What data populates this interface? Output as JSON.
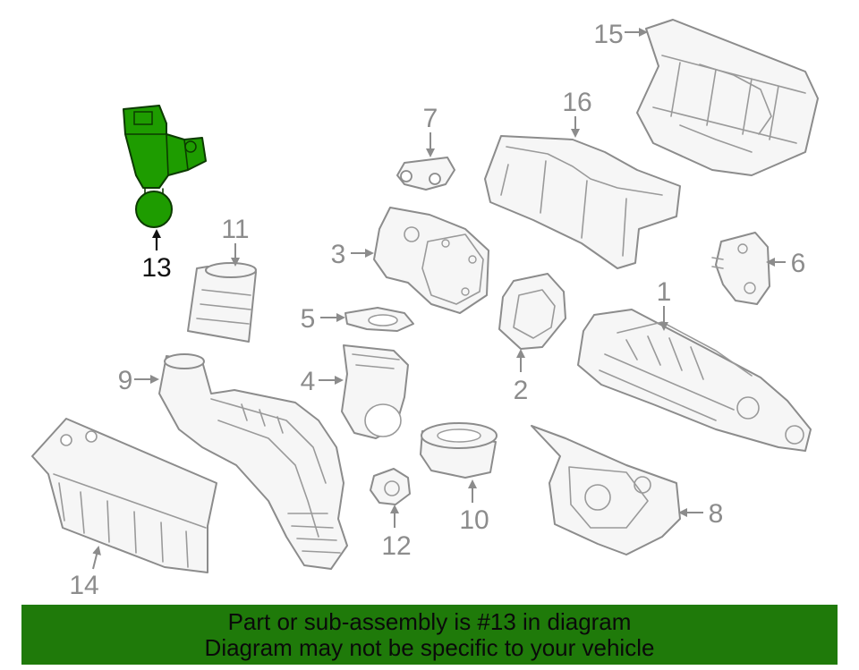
{
  "diagram": {
    "callouts": {
      "c1": "1",
      "c2": "2",
      "c3": "3",
      "c4": "4",
      "c5": "5",
      "c6": "6",
      "c7": "7",
      "c8": "8",
      "c9": "9",
      "c10": "10",
      "c11": "11",
      "c12": "12",
      "c13": "13",
      "c14": "14",
      "c15": "15",
      "c16": "16"
    },
    "highlighted_part": "13",
    "highlight_color": "#1e9c00"
  },
  "banner": {
    "line1": "Part or sub-assembly is #13 in diagram",
    "line2": "Diagram may not be specific to your vehicle",
    "background": "#1f7a0a"
  }
}
